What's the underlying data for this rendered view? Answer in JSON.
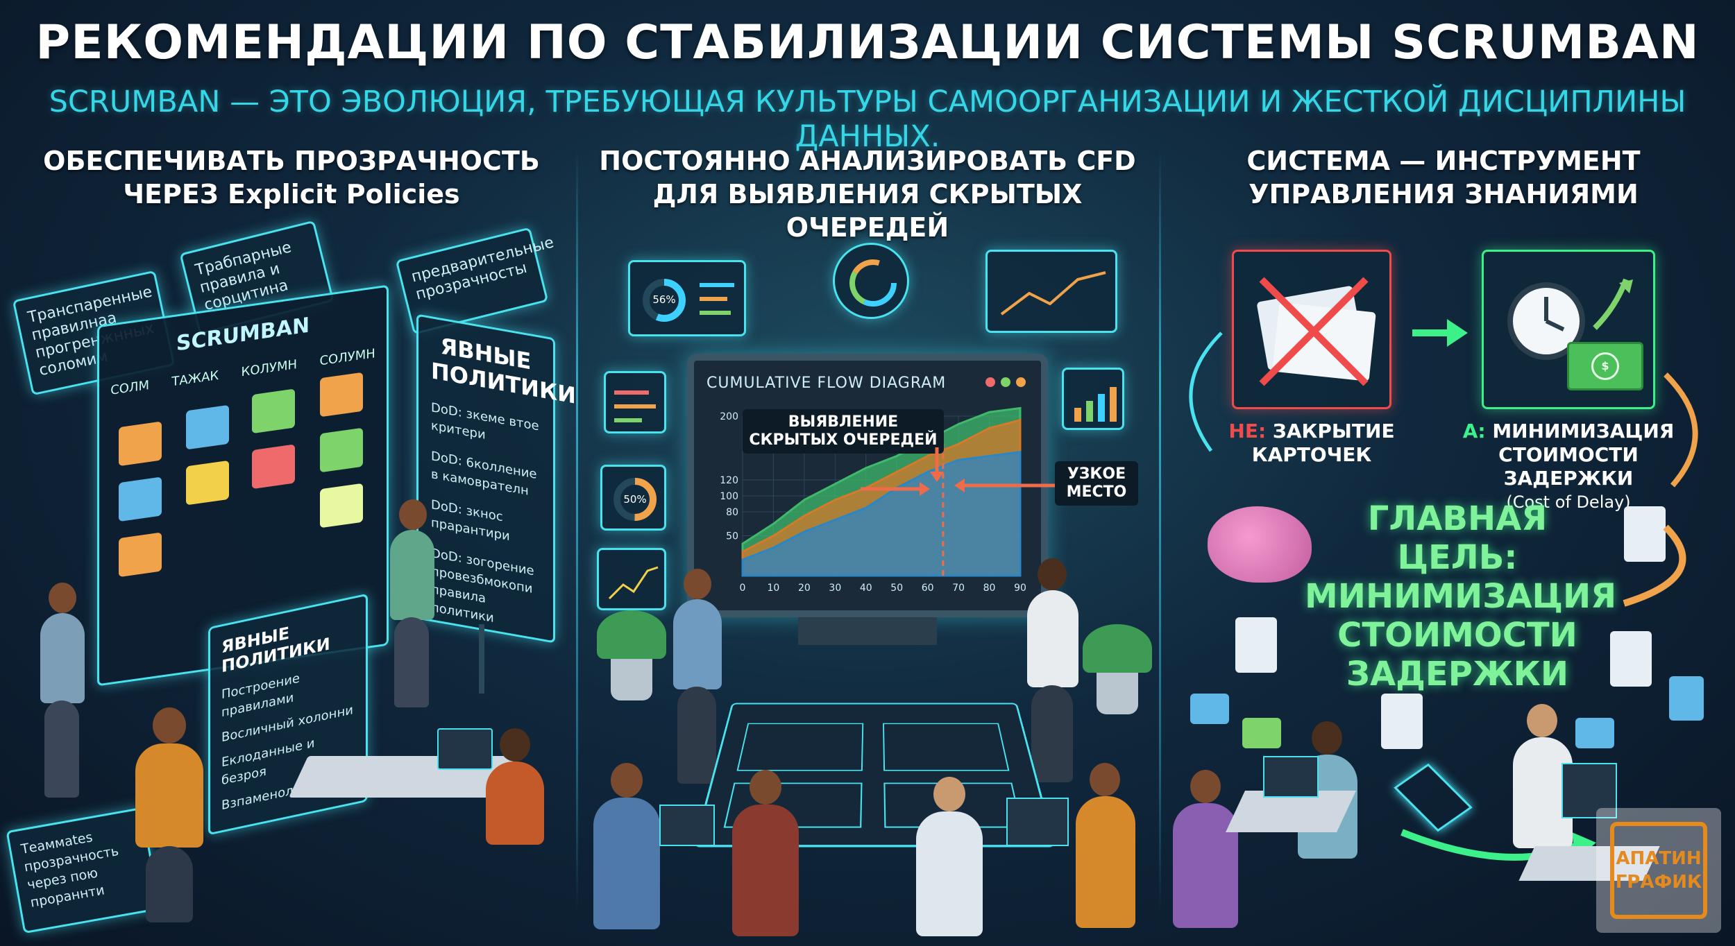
{
  "header": {
    "title": "РЕКОМЕНДАЦИИ ПО СТАБИЛИЗАЦИИ СИСТЕМЫ SCRUMBAN",
    "subtitle": "SCRUMBAN — ЭТО ЭВОЛЮЦИЯ, ТРЕБУЮЩАЯ КУЛЬТУРЫ САМООРГАНИЗАЦИИ И ЖЕСТКОЙ ДИСЦИПЛИНЫ ДАННЫХ."
  },
  "columns": [
    {
      "heading_line1": "ОБЕСПЕЧИВАТЬ ПРОЗРАЧНОСТЬ",
      "heading_line2": "ЧЕРЕЗ Explicit Policies"
    },
    {
      "heading_line1": "ПОСТОЯННО АНАЛИЗИРОВАТЬ CFD",
      "heading_line2": "ДЛЯ ВЫЯВЛЕНИЯ СКРЫТЫХ ОЧЕРЕДЕЙ"
    },
    {
      "heading_line1": "СИСТЕМА — ИНСТРУМЕНТ",
      "heading_line2": "УПРАВЛЕНИЯ ЗНАНИЯМИ"
    }
  ],
  "left": {
    "board_title": "SCRUMBAN",
    "board_columns": [
      "СОЛМ",
      "ТАЖАК",
      "КОЛУМН",
      "СОЛУМН"
    ],
    "policies_title_line1": "ЯВНЫЕ",
    "policies_title_line2": "ПОЛИТИКИ",
    "policies_items": [
      "DoD: зкеме втое критери",
      "DoD: 6колление в камоврателн",
      "DoD: зкнос прарантири",
      "DoD: зогорение провезбмокопи правила политики"
    ],
    "sign1": "Трабпарные правила и сорцитина",
    "sign2": "Транспаренные правилнаа прогренжнных соломим",
    "sign3": "предварительные прозрачносты",
    "lower_panel_title": "ЯВНЫЕ ПОЛИТИКИ",
    "lower_panel_items": [
      "Построение правилами",
      "Восличный холонни",
      "Еклоданные и безроя",
      "Взпаменолетсна"
    ],
    "bottom_sign": "Теаммаtes прозрачность через пою прораннти"
  },
  "middle": {
    "donut1": "56%",
    "donut2": "50%",
    "monitor_title": "CUMULATIVE FLOW DIAGRAM",
    "callout": "ВЫЯВЛЕНИЕ СКРЫТЫХ ОЧЕРЕДЕЙ",
    "bottleneck": "УЗКОЕ МЕСТО"
  },
  "right": {
    "no_label": "НЕ:",
    "no_text_line1": "ЗАКРЫТИЕ",
    "no_text_line2": "КАРТОЧЕК",
    "yes_label": "А:",
    "yes_text_line1": "МИНИМИЗАЦИЯ",
    "yes_text_line2": "СТОИМОСТИ ЗАДЕРЖКИ",
    "yes_text_line3": "(Cost of Delay)",
    "goal_line1": "ГЛАВНАЯ ЦЕЛЬ:",
    "goal_line2": "МИНИМИЗАЦИЯ",
    "goal_line3": "СТОИМОСТИ",
    "goal_line4": "ЗАДЕРЖКИ"
  },
  "watermark": {
    "line1": "АПАТИН",
    "line2": "ГРАФИК"
  },
  "chart_data": {
    "type": "area",
    "title": "CUMULATIVE FLOW DIAGRAM",
    "x": [
      0,
      10,
      20,
      30,
      40,
      50,
      60,
      70,
      80,
      90
    ],
    "xlim": [
      0,
      90
    ],
    "ylim": [
      0,
      200
    ],
    "yticks": [
      50,
      80,
      100,
      120,
      200
    ],
    "series": [
      {
        "values": [
          20,
          35,
          55,
          70,
          85,
          110,
          130,
          145,
          150,
          155
        ]
      },
      {
        "values": [
          30,
          50,
          75,
          95,
          110,
          130,
          150,
          165,
          185,
          195
        ]
      },
      {
        "values": [
          40,
          65,
          95,
          115,
          135,
          150,
          170,
          190,
          205,
          210
        ]
      }
    ],
    "colors": [
      "#2a86c7",
      "#d47a2a",
      "#3fb96b"
    ],
    "marker_x": 65
  }
}
